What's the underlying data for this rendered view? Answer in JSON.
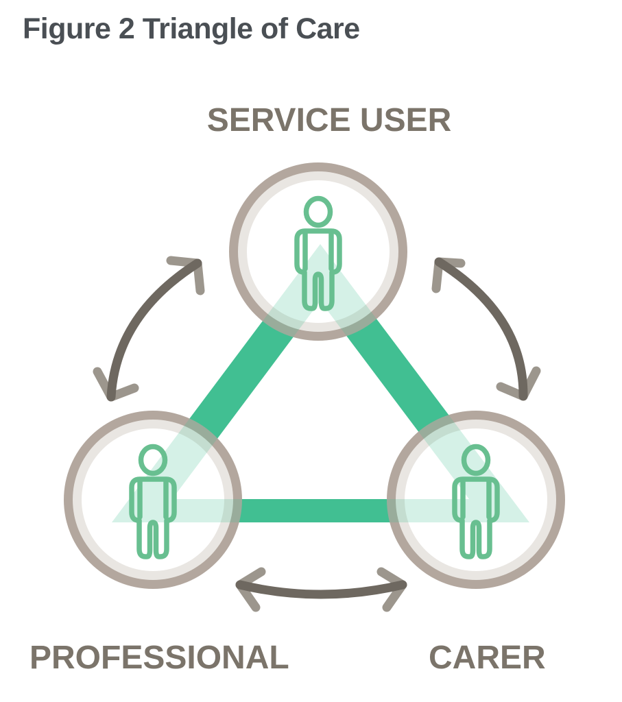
{
  "figure": {
    "title": "Figure 2 Triangle of Care"
  },
  "diagram": {
    "type": "triangle-of-care",
    "node_icon": "person-icon",
    "connection_icon": "curved-double-headed-arrow",
    "nodes": [
      {
        "id": "service-user",
        "label": "SERVICE USER",
        "position": "top"
      },
      {
        "id": "professional",
        "label": "PROFESSIONAL",
        "position": "bottom-left"
      },
      {
        "id": "carer",
        "label": "CARER",
        "position": "bottom-right"
      }
    ],
    "connections": [
      {
        "from": "professional",
        "to": "service-user",
        "style": "curved-double-headed-arrow"
      },
      {
        "from": "service-user",
        "to": "carer",
        "style": "curved-double-headed-arrow"
      },
      {
        "from": "professional",
        "to": "carer",
        "style": "curved-double-headed-arrow"
      }
    ],
    "colors": {
      "triangle_green": "#42bf92",
      "icon_green": "#68bf90",
      "ring_outer": "#b3a79e",
      "ring_inner": "#e9e6e2",
      "node_fill": "#ffffff",
      "arrow_dark": "#6e6860",
      "arrow_light": "#9c968d",
      "title_text": "#4a4f54",
      "label_text": "#7b746a",
      "background": "#ffffff"
    }
  }
}
